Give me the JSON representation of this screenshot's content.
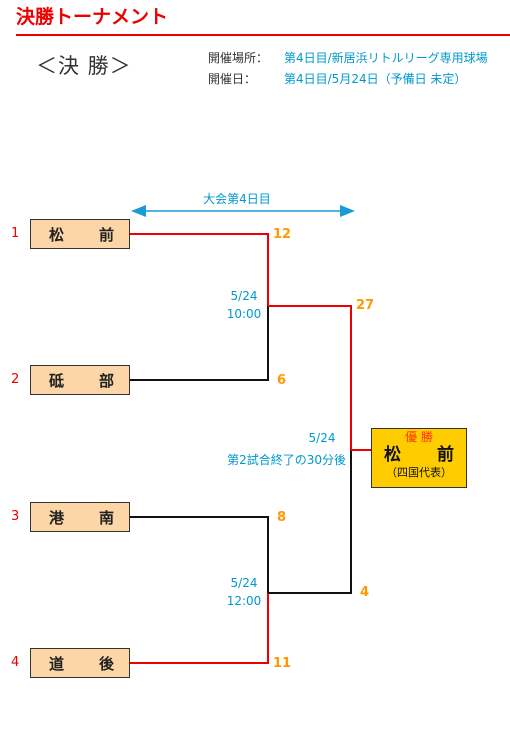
{
  "header": {
    "title": "決勝トーナメント",
    "subtitle": "＜決 勝＞"
  },
  "venue": {
    "label": "開催場所：",
    "value": "第4日目/新居浜リトルリーグ専用球場"
  },
  "date": {
    "label": "開催日：",
    "value": "第4日目/5月24日（予備日 未定）"
  },
  "day_arrow_label": "大会第4日目",
  "teams": [
    {
      "seed": "1",
      "first": "松",
      "second": "前"
    },
    {
      "seed": "2",
      "first": "砥",
      "second": "部"
    },
    {
      "seed": "3",
      "first": "港",
      "second": "南"
    },
    {
      "seed": "4",
      "first": "道",
      "second": "後"
    }
  ],
  "scores": {
    "semi1_top": "12",
    "semi1_bottom": "6",
    "semi2_top": "8",
    "semi2_bottom": "11",
    "final_top": "27",
    "final_bottom": "4"
  },
  "matches": {
    "semi1": {
      "date": "5/24",
      "time": "10:00"
    },
    "semi2": {
      "date": "5/24",
      "time": "12:00"
    },
    "final": {
      "date": "5/24",
      "note": "第2試合終了の30分後"
    }
  },
  "champion": {
    "label": "優 勝",
    "first": "松",
    "second": "前",
    "region": "（四国代表）"
  },
  "colors": {
    "win_line": "#ee0000",
    "loss_line": "#111111",
    "arrow": "#1a9bd7",
    "team_fill": "#fcd6a6",
    "champion_fill": "#ffcc00"
  }
}
